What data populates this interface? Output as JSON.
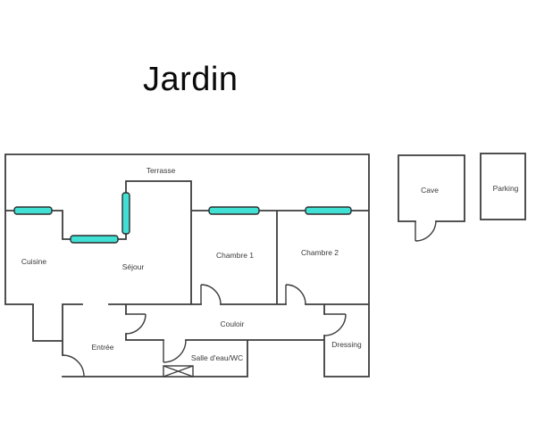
{
  "title": "Jardin",
  "colors": {
    "wall": "#3d3d3d",
    "window_fill": "#40e0d5",
    "window_border": "#2b2b2b",
    "text": "#3a3a3a",
    "title": "#0a0a0a",
    "background": "#ffffff"
  },
  "floor_plan": {
    "rooms": {
      "terrasse": "Terrasse",
      "cuisine": "Cuisine",
      "sejour": "Séjour",
      "chambre1": "Chambre 1",
      "chambre2": "Chambre 2",
      "couloir": "Couloir",
      "entree": "Entrée",
      "salle_eau": "Salle d'eau/WC",
      "dressing": "Dressing"
    },
    "annexes": {
      "cave": "Cave",
      "parking": "Parking"
    }
  }
}
